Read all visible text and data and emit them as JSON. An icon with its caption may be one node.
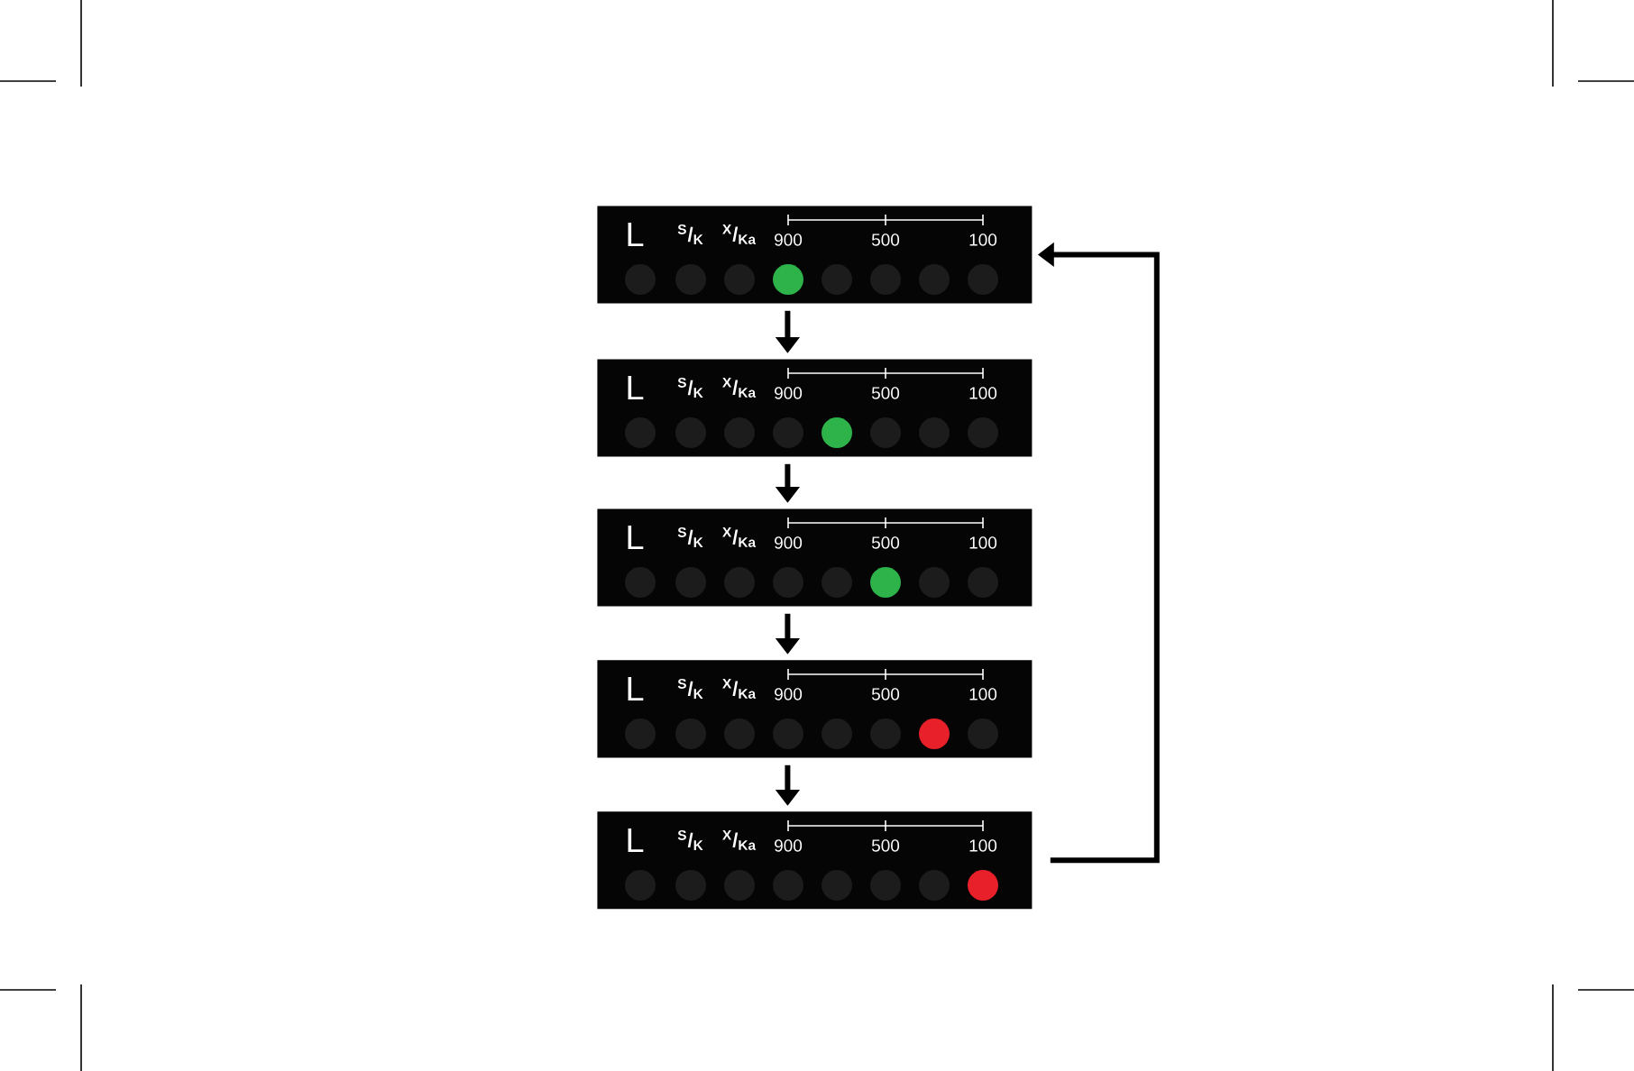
{
  "diagram": {
    "nodes": [
      {
        "text": [
          "L",
          "$^{S}$/$_{K}$",
          "$^{X}$/$_{Ka}$",
          "900",
          "500",
          "100"
        ]
      },
      {
        "text": [
          "L",
          "$^{S}$/$_{K}$",
          "$^{X}$/$_{Ka}$",
          "900",
          "500",
          "100"
        ]
      },
      {
        "text": [
          "L",
          "$^{S}$/$_{K}$",
          "$^{X}$/$_{Ka}$",
          "900",
          "500",
          "100"
        ]
      },
      {
        "text": [
          "L",
          "$^{S}$/$_{K}$",
          "$^{X}$/$_{Ka}$",
          "900",
          "500",
          "100"
        ]
      },
      {
        "text": [
          "L",
          "$^{S}$/$_{K}$",
          "$^{X}$/$_{Ka}$",
          "900",
          "500",
          "100"
        ]
      }
    ],
    "edges": [
      {
        "from": 0,
        "to": 1,
        "arrow": "to"
      },
      {
        "from": 1,
        "to": 2,
        "arrow": "to"
      },
      {
        "from": 2,
        "to": 3,
        "arrow": "to"
      },
      {
        "from": 3,
        "to": 4,
        "arrow": "to"
      },
      {
        "from": 4,
        "to": 0,
        "arrow": "to"
      }
    ]
  }
}
